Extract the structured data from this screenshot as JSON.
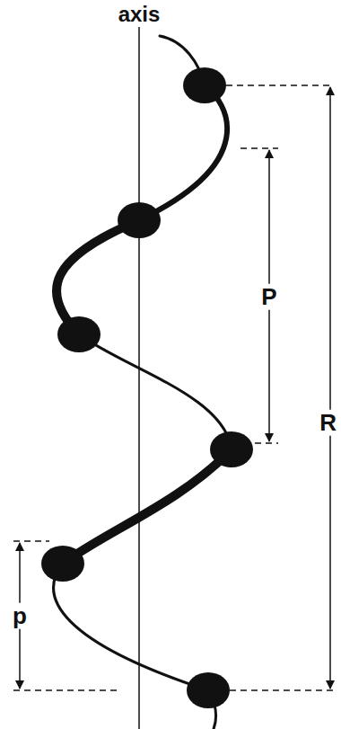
{
  "diagram": {
    "labels": [
      "axis",
      "P",
      "R",
      "p"
    ]
  }
}
